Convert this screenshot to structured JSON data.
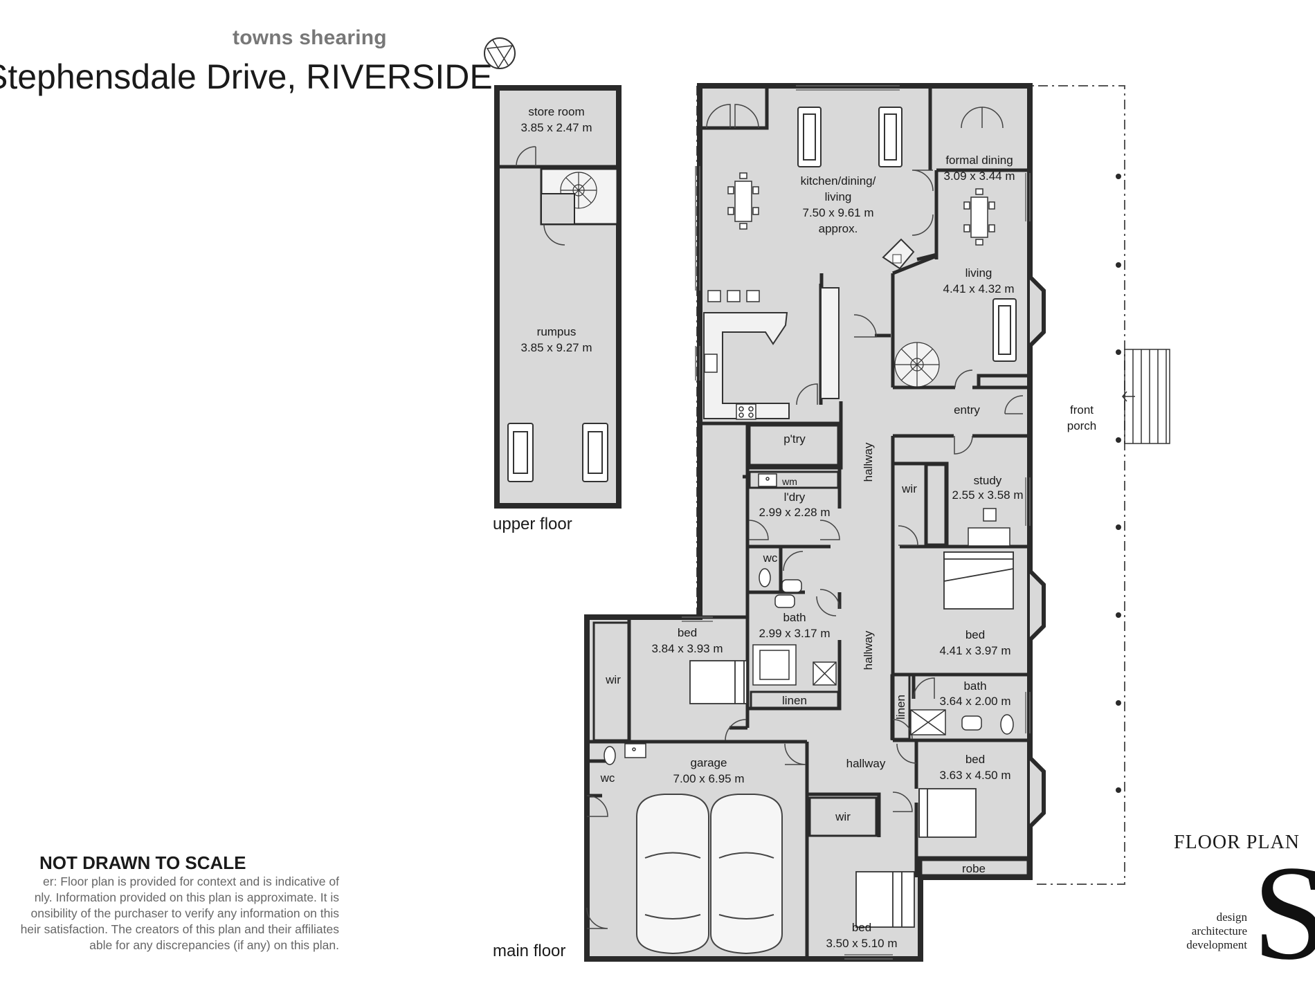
{
  "header": {
    "agency": "towns shearing",
    "address": "Stephensdale Drive, RIVERSIDE"
  },
  "floors": {
    "upper": "upper floor",
    "main": "main floor"
  },
  "upper_rooms": {
    "store": {
      "name": "store room",
      "dims": "3.85 x 2.47 m"
    },
    "rumpus": {
      "name": "rumpus",
      "dims": "3.85 x 9.27 m"
    }
  },
  "main_rooms": {
    "kitchen": {
      "name1": "kitchen/dining/",
      "name2": "living",
      "dims": "7.50 x 9.61 m",
      "note": "approx."
    },
    "formal_dining": {
      "name": "formal dining",
      "dims": "3.09 x 3.44 m"
    },
    "living": {
      "name": "living",
      "dims": "4.41 x 4.32 m"
    },
    "entry": {
      "name": "entry"
    },
    "front_porch": {
      "line1": "front",
      "line2": "porch"
    },
    "pantry": {
      "name": "p'try"
    },
    "hallway_1": {
      "name": "hallway"
    },
    "hallway_2": {
      "name": "hallway"
    },
    "hallway_3": {
      "name": "hallway"
    },
    "laundry": {
      "name": "l'dry",
      "dims": "2.99 x 2.28 m",
      "wm": "wm"
    },
    "wir_1": {
      "name": "wir"
    },
    "study": {
      "name": "study",
      "dims": "2.55 x 3.58 m"
    },
    "wc_1": {
      "name": "wc"
    },
    "bath_1": {
      "name": "bath",
      "dims": "2.99 x 3.17 m"
    },
    "bed_master": {
      "name": "bed",
      "dims": "4.41 x 3.97 m"
    },
    "bed_west": {
      "name": "bed",
      "dims": "3.84 x 3.93 m"
    },
    "wir_2": {
      "name": "wir"
    },
    "linen_1": {
      "name": "linen"
    },
    "linen_2": {
      "name": "linen"
    },
    "bath_2": {
      "name": "bath",
      "dims": "3.64 x 2.00 m"
    },
    "garage": {
      "name": "garage",
      "dims": "7.00 x 6.95 m"
    },
    "wc_2": {
      "name": "wc"
    },
    "bed_east": {
      "name": "bed",
      "dims": "3.63 x 4.50 m"
    },
    "wir_3": {
      "name": "wir"
    },
    "robe": {
      "name": "robe"
    },
    "bed_south": {
      "name": "bed",
      "dims": "3.50 x 5.10 m"
    }
  },
  "footer": {
    "not_to_scale": "NOT DRAWN TO SCALE",
    "disclaimer_lines": [
      "Disclaimer: Floor plan is provided for context and is indicative of layout only.  Information provided on this plan is approximate.  It is the responsibility of the purchaser to verify any information on this plan to their satisfaction.  The creators of this plan and their affiliates are not liable for any discrepancies (if any) on this plan."
    ],
    "disclaimer": "er: Floor plan is provided for context and is indicative of\nnly.  Information provided on this plan is approximate.  It is\nonsibility of the purchaser to verify any information on this\nheir satisfaction.  The creators of this plan and their affiliates\nable for any discrepancies (if any) on this plan."
  },
  "logo": {
    "title": "FLOOR PLAN ",
    "letter": "S",
    "tagline": [
      "design",
      "architecture",
      "development"
    ]
  },
  "colors": {
    "floor": "#d9d9d9",
    "wall": "#2a2a2a",
    "porch_line": "#555555",
    "brand_text": "#777777"
  }
}
